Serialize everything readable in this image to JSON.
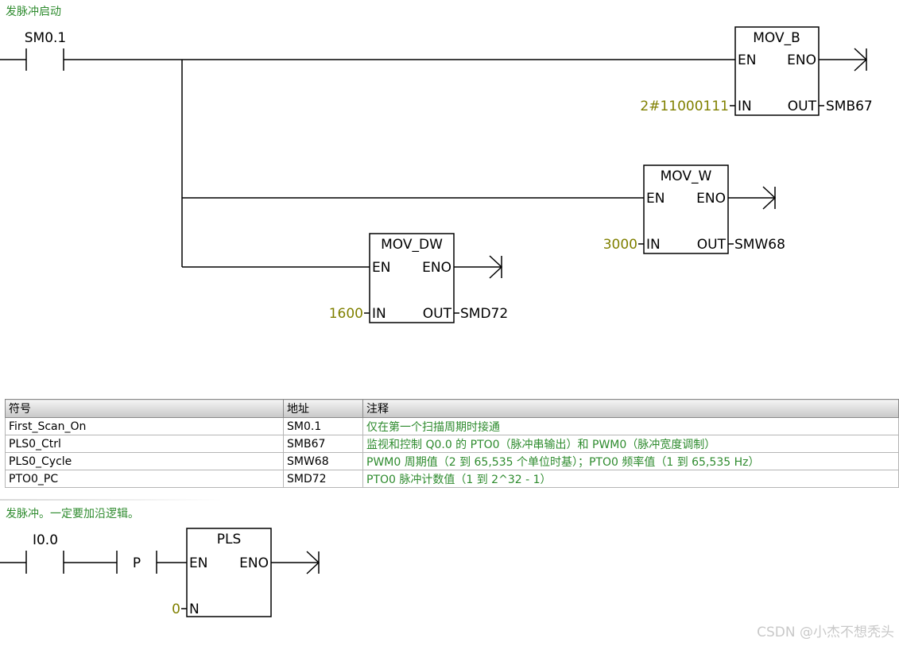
{
  "networks": [
    {
      "comment": "发脉冲启动",
      "contact": "SM0.1",
      "boxes": [
        {
          "name": "MOV_B",
          "in_label": "IN",
          "out_label": "OUT",
          "en_label": "EN",
          "eno_label": "ENO",
          "in_value": "2#11000111",
          "out_value": "SMB67"
        },
        {
          "name": "MOV_W",
          "in_label": "IN",
          "out_label": "OUT",
          "en_label": "EN",
          "eno_label": "ENO",
          "in_value": "3000",
          "out_value": "SMW68"
        },
        {
          "name": "MOV_DW",
          "in_label": "IN",
          "out_label": "OUT",
          "en_label": "EN",
          "eno_label": "ENO",
          "in_value": "1600",
          "out_value": "SMD72"
        }
      ]
    },
    {
      "comment": "发脉冲。一定要加沿逻辑。",
      "contact": "I0.0",
      "edge": "P",
      "box": {
        "name": "PLS",
        "en_label": "EN",
        "eno_label": "ENO",
        "n_label": "N",
        "n_value": "0"
      }
    }
  ],
  "symbol_table": {
    "headers": [
      "符号",
      "地址",
      "注释"
    ],
    "rows": [
      [
        "First_Scan_On",
        "SM0.1",
        "仅在第一个扫描周期时接通"
      ],
      [
        "PLS0_Ctrl",
        "SMB67",
        "监视和控制 Q0.0 的 PTO0（脉冲串输出）和 PWM0（脉冲宽度调制）"
      ],
      [
        "PLS0_Cycle",
        "SMW68",
        "PWM0 周期值（2 到 65,535 个单位时基）；PTO0 频率值（1 到 65,535 Hz）"
      ],
      [
        "PTO0_PC",
        "SMD72",
        "PTO0 脉冲计数值（1 到 2^32 - 1）"
      ]
    ]
  },
  "watermark": "CSDN @小杰不想秃头",
  "colors": {
    "comment": "#2e8b2e",
    "constant": "#808000",
    "wire": "#000000"
  }
}
